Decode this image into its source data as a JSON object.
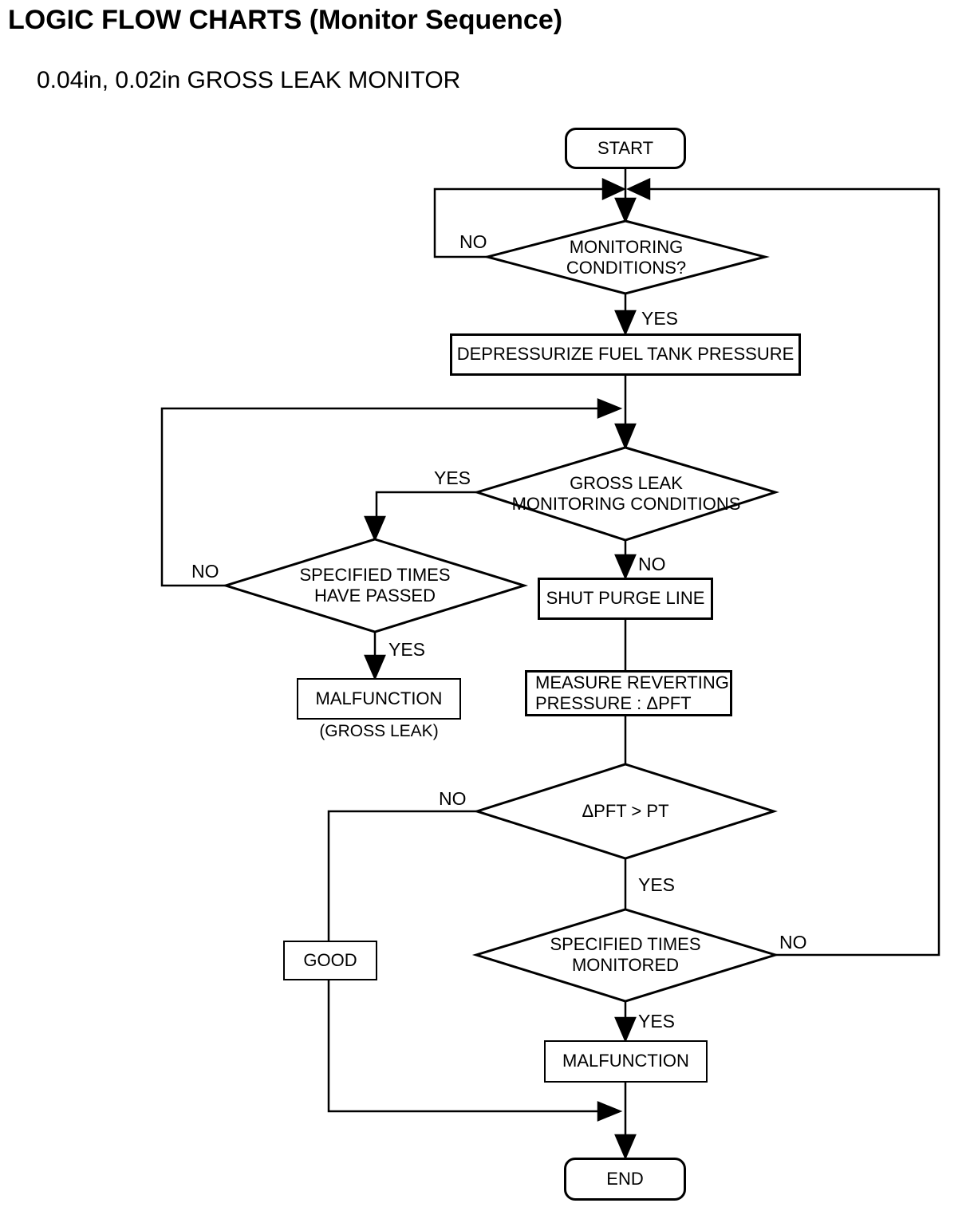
{
  "flow": {
    "title": "LOGIC FLOW CHARTS (Monitor Sequence)",
    "subtitle": "0.04in, 0.02in GROSS LEAK MONITOR"
  },
  "nodes": {
    "start": "START",
    "monitoring": "MONITORING\nCONDITIONS?",
    "depressurize": "DEPRESSURIZE FUEL TANK PRESSURE",
    "gross_leak": "GROSS LEAK\nMONITORING CONDITIONS",
    "times_passed": "SPECIFIED TIMES\nHAVE PASSED",
    "malfunction_gross_leak": "MALFUNCTION",
    "malfunction_gross_leak_caption": "(GROSS LEAK)",
    "shut_purge_line": "SHUT PURGE LINE",
    "measure_reverting": "MEASURE REVERTING\nPRESSURE : ΔPFT",
    "dpft_gt_pt": "ΔPFT > PT",
    "times_monitored": "SPECIFIED TIMES\nMONITORED",
    "good": "GOOD",
    "malfunction": "MALFUNCTION",
    "end": "END"
  },
  "edge_labels": {
    "monitoring_no": "NO",
    "monitoring_yes": "YES",
    "gross_leak_yes": "YES",
    "gross_leak_no": "NO",
    "times_passed_no": "NO",
    "times_passed_yes": "YES",
    "dpft_no": "NO",
    "dpft_yes": "YES",
    "times_monitored_no": "NO",
    "times_monitored_yes": "YES"
  },
  "colors": {
    "ink": "#000000",
    "paper": "#ffffff"
  }
}
